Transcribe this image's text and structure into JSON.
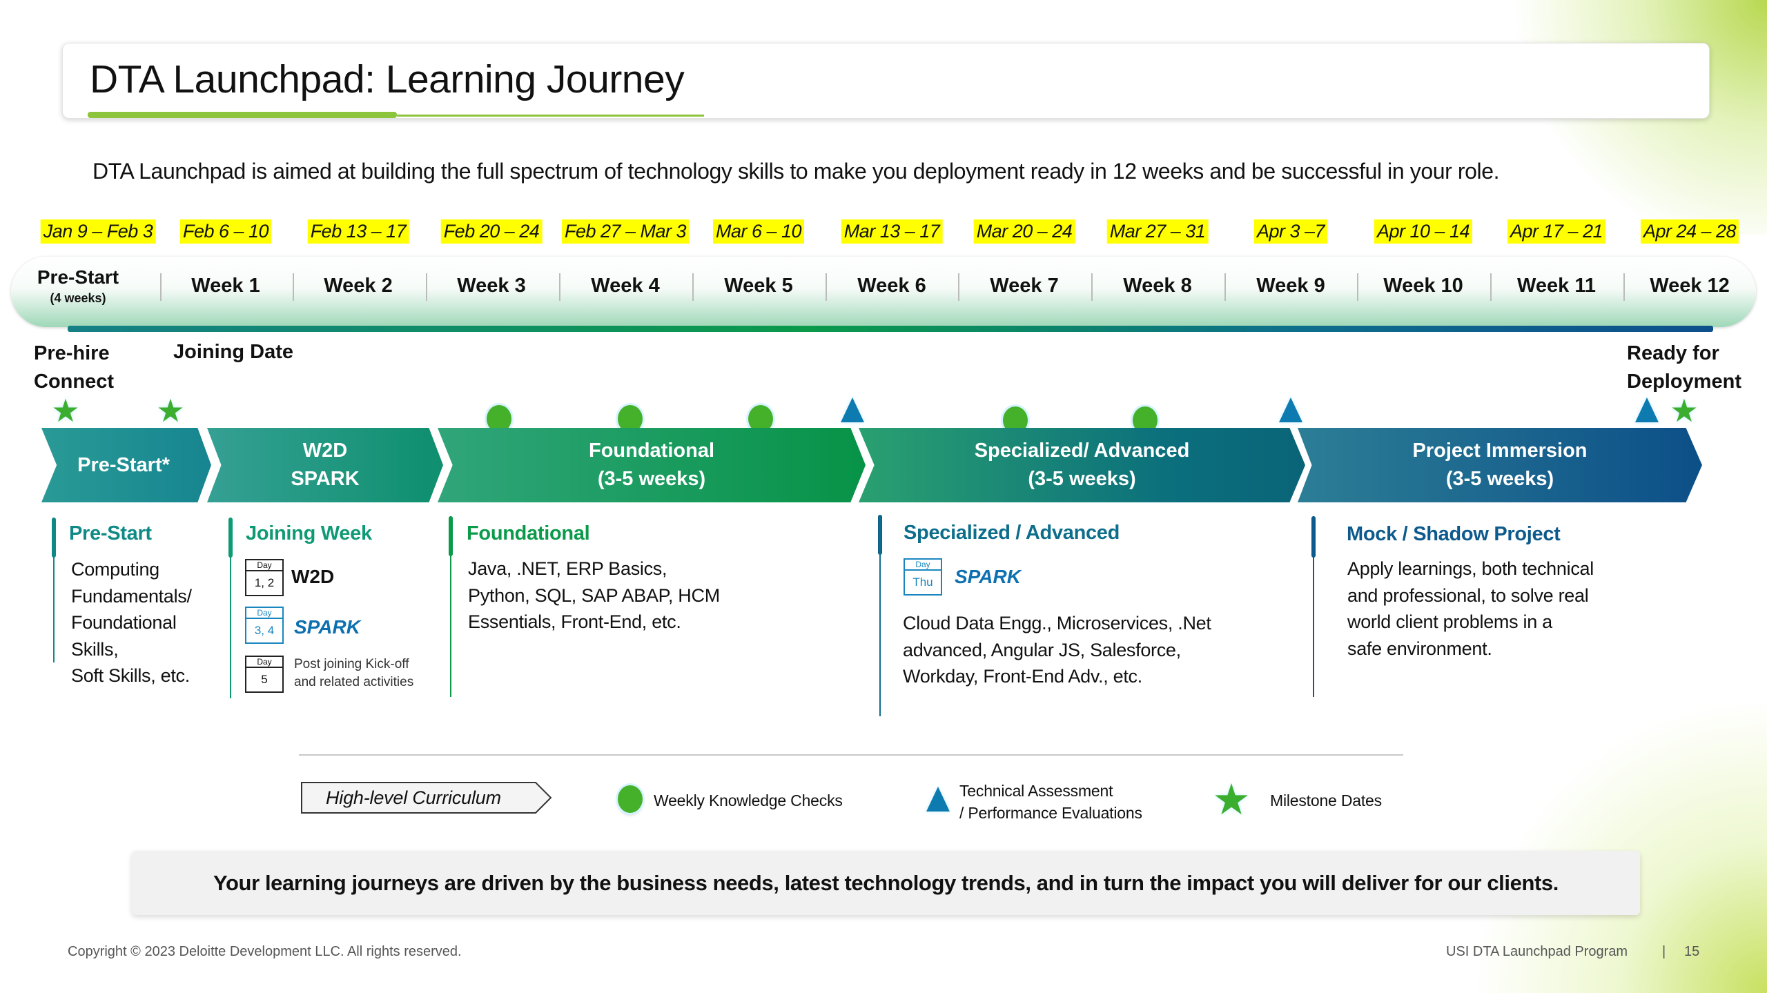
{
  "title": "DTA Launchpad: Learning Journey",
  "subtitle": "DTA Launchpad is aimed at building the full spectrum of technology skills to make you deployment ready in 12 weeks and be successful in your role.",
  "timeline": {
    "prestart": {
      "label": "Pre-Start",
      "sub": "(4 weeks)",
      "dates": "Jan 9 – Feb 3"
    },
    "weeks": [
      {
        "label": "Week 1",
        "dates": "Feb 6 – 10"
      },
      {
        "label": "Week 2",
        "dates": "Feb 13 – 17"
      },
      {
        "label": "Week 3",
        "dates": "Feb 20 – 24"
      },
      {
        "label": "Week 4",
        "dates": "Feb 27 – Mar 3"
      },
      {
        "label": "Week 5",
        "dates": "Mar 6 – 10"
      },
      {
        "label": "Week 6",
        "dates": "Mar 13 – 17"
      },
      {
        "label": "Week 7",
        "dates": "Mar 20 – 24"
      },
      {
        "label": "Week 8",
        "dates": "Mar 27 – 31"
      },
      {
        "label": "Week 9",
        "dates": "Apr 3 –7"
      },
      {
        "label": "Week 10",
        "dates": "Apr 10 – 14"
      },
      {
        "label": "Week 11",
        "dates": "Apr 17 – 21"
      },
      {
        "label": "Week 12",
        "dates": "Apr 24 – 28"
      }
    ]
  },
  "milestones": {
    "prehire_1": "Pre-hire",
    "prehire_2": "Connect",
    "joining": "Joining Date",
    "ready_1": "Ready for",
    "ready_2": "Deployment"
  },
  "phases": [
    {
      "line1": "Pre-Start*",
      "line2": ""
    },
    {
      "line1": "W2D",
      "line2": "SPARK"
    },
    {
      "line1": "Foundational",
      "line2": "(3-5 weeks)"
    },
    {
      "line1": "Specialized/ Advanced",
      "line2": "(3-5 weeks)"
    },
    {
      "line1": "Project Immersion",
      "line2": "(3-5 weeks)"
    }
  ],
  "columns": {
    "prestart": {
      "heading": "Pre-Start",
      "lines": [
        "Computing",
        "Fundamentals/",
        "Foundational",
        "Skills,",
        "Soft Skills, etc."
      ]
    },
    "joining": {
      "heading": "Joining Week",
      "items": [
        {
          "day_label": "Day",
          "day": "1, 2",
          "text": "W2D"
        },
        {
          "day_label": "Day",
          "day": "3, 4",
          "text": "SPARK"
        },
        {
          "day_label": "Day",
          "day": "5",
          "text1": "Post joining Kick-off",
          "text2": "and related activities"
        }
      ]
    },
    "foundational": {
      "heading": "Foundational",
      "lines": [
        "Java, .NET, ERP Basics,",
        "Python, SQL, SAP ABAP, HCM",
        "Essentials, Front-End, etc."
      ]
    },
    "specialized": {
      "heading": "Specialized / Advanced",
      "day_label": "Day",
      "day": "Thu",
      "spark": "SPARK",
      "lines": [
        "Cloud Data Engg., Microservices, .Net",
        "advanced, Angular JS, Salesforce,",
        "Workday, Front-End Adv., etc."
      ]
    },
    "project": {
      "heading": "Mock / Shadow Project",
      "lines": [
        "Apply learnings, both technical",
        "and professional, to solve real",
        "world client problems in a",
        "safe environment."
      ]
    }
  },
  "legend": {
    "curriculum": "High-level Curriculum",
    "weekly": "Weekly Knowledge Checks",
    "tech_1": "Technical Assessment",
    "tech_2": "/ Performance Evaluations",
    "milestone": "Milestone Dates"
  },
  "bottom_message": "Your learning journeys are driven by the business needs, latest technology trends, and in turn the impact you will deliver for our clients.",
  "footer": {
    "copyright": "Copyright © 2023 Deloitte Development LLC. All rights reserved.",
    "program": "USI DTA Launchpad Program",
    "separator": "|",
    "page": "15"
  },
  "colors": {
    "green": "#0a9a4a",
    "teal": "#157f86",
    "blue": "#0d5a8c",
    "highlight": "#ffff00",
    "check": "#45b02a",
    "assessment": "#0e7bb0"
  }
}
